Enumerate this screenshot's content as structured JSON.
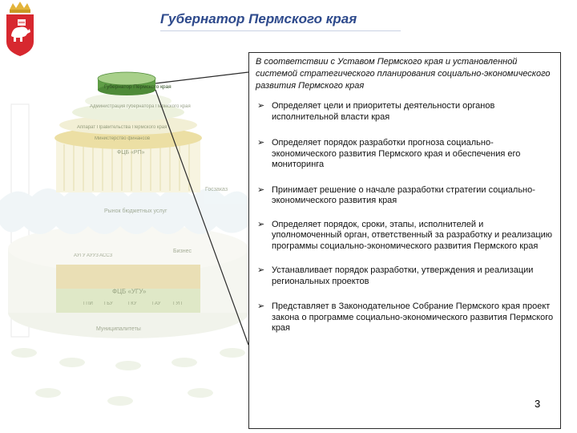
{
  "slide": {
    "title": "Губернатор Пермского края",
    "page_number": "3"
  },
  "diagram": {
    "top_label": "Губернатор Пермского края",
    "tier2_label": "Администрация губернатора Пермского края",
    "tier3_label": "Аппарат Правительства Пермского края",
    "tier4_label": "Министерство финансов",
    "fcb_rp_label": "ФЦБ «РП»",
    "gosuslugi_label": "Госзаказ",
    "market_label": "Рынок бюджетных услуг",
    "business_label": "Бизнес",
    "fcb_ugu_label": "ФЦБ «УГУ»",
    "municipal_label": "Муниципалитеты",
    "segment_labels": [
      "АУГУ",
      "АУУЗ",
      "АССЗ"
    ],
    "bottom_segments": [
      "ГБУ",
      "ГКУ",
      "ГАУ",
      "ГУП",
      "ГПИ"
    ]
  },
  "panel": {
    "intro": "В соответствии с Уставом Пермского края и установленной системой стратегического планирования социально-экономического развития Пермского края",
    "items": [
      "Определяет цели и приоритеты деятельности органов исполнительной власти края",
      "Определяет порядок разработки прогноза социально-экономического развития Пермского края и обеспечения его мониторинга",
      "Принимает решение о начале разработки стратегии социально-экономического развития края",
      "Определяет порядок, сроки, этапы, исполнителей и уполномоченный орган, ответственный за разработку и реализацию программы социально-экономического развития Пермского края",
      "Устанавливает порядок разработки, утверждения и реализации региональных проектов",
      "Представляет в Законодательное Собрание Пермского края проект закона о программе социально-экономического развития Пермского края"
    ]
  },
  "colors": {
    "title": "#2e4a8c",
    "coat_red": "#d7282f",
    "coat_bear": "#ffffff",
    "crown": "#e3b43a",
    "diagram_green": "#6fae54",
    "diagram_cream": "#f1ecc8",
    "diagram_yellow": "#ddc65a",
    "diagram_fade": "#e6ebdc"
  }
}
